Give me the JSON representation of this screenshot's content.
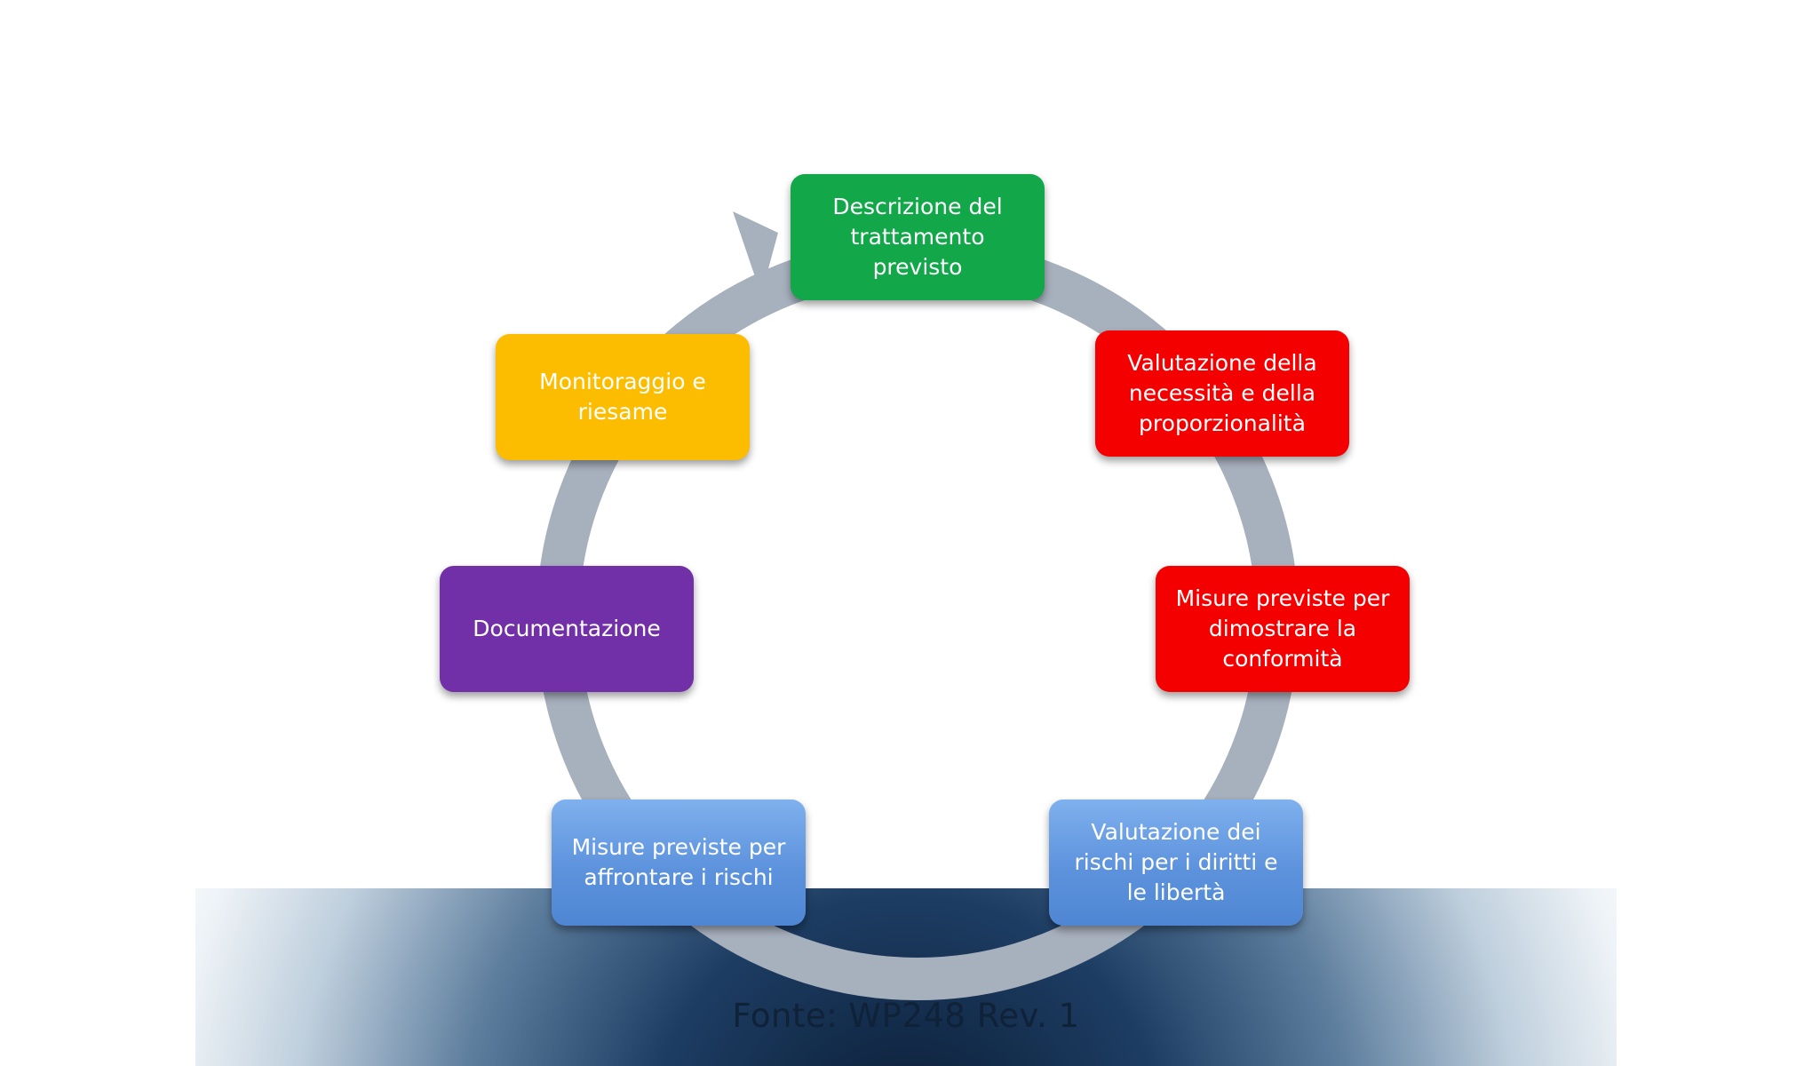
{
  "colors": {
    "background": "#ffffff",
    "cycle_arrow": "#a7b0bd",
    "green": "#12a84a",
    "red": "#f40000",
    "yellow": "#fcbc00",
    "purple": "#7230a8",
    "blue": "#5a91dc",
    "text": "#ffffff",
    "source_text": "#0f2238"
  },
  "steps": [
    {
      "label": "Descrizione del\ntrattamento\nprevisto",
      "color": "green"
    },
    {
      "label": "Valutazione della\nnecessità e della\nproporzionalità",
      "color": "red"
    },
    {
      "label": "Misure previste per\ndimostrare la\nconformità",
      "color": "red"
    },
    {
      "label": "Valutazione dei\nrischi per i diritti e\nle libertà",
      "color": "blue"
    },
    {
      "label": "Misure previste per\naffrontare i rischi",
      "color": "blue"
    },
    {
      "label": "Documentazione",
      "color": "purple"
    },
    {
      "label": "Monitoraggio e\nriesame",
      "color": "yellow"
    }
  ],
  "source": "Fonte: WP248 Rev. 1"
}
